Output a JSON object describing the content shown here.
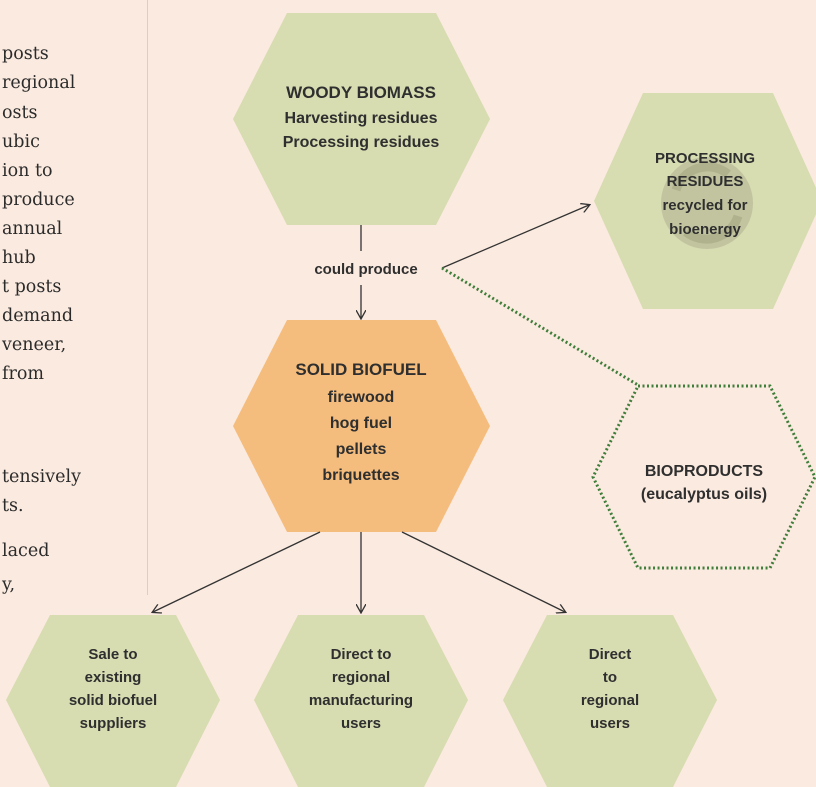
{
  "side_text": [
    "posts",
    "regional",
    "osts",
    "ubic",
    "ion to",
    "produce",
    "annual",
    "hub",
    "t posts",
    "demand",
    "veneer,",
    "from",
    "",
    "tensively",
    "ts.",
    "laced",
    "y,"
  ],
  "diagram": {
    "woody": {
      "title": "WOODY BIOMASS",
      "line1": "Harvesting residues",
      "line2": "Processing residues"
    },
    "could_produce": "could produce",
    "solid": {
      "title": "SOLID BIOFUEL",
      "items": [
        "firewood",
        "hog fuel",
        "pellets",
        "briquettes"
      ]
    },
    "processing": {
      "lines": [
        "PROCESSING",
        "RESIDUES",
        "recycled for",
        "bioenergy"
      ]
    },
    "bioproducts": {
      "title": "BIOPRODUCTS",
      "sub": "(eucalyptus oils)"
    },
    "outputs": [
      {
        "lines": [
          "Sale to",
          "existing",
          "solid biofuel",
          "suppliers"
        ]
      },
      {
        "lines": [
          "Direct to",
          "regional",
          "manufacturing",
          "users"
        ]
      },
      {
        "lines": [
          "Direct",
          "to",
          "regional",
          "users"
        ]
      }
    ]
  },
  "colors": {
    "background": "#fbeadf",
    "green_hex": "#d7dcb1",
    "orange_hex": "#f5bd7d",
    "text": "#2f2f2f",
    "dotted_green": "#3f7d3a"
  }
}
